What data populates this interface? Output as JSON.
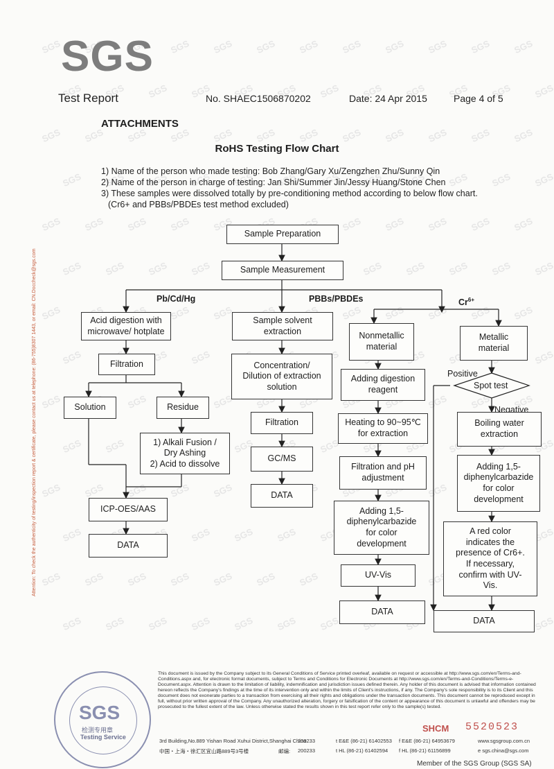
{
  "logo": "SGS",
  "header": {
    "title": "Test Report",
    "report_no": "No. SHAEC1506870202",
    "date": "Date: 24 Apr 2015",
    "page": "Page 4 of 5"
  },
  "section": "ATTACHMENTS",
  "flow_title": "RoHS Testing Flow Chart",
  "notes": [
    "1) Name of the person who made testing: Bob Zhang/Gary Xu/Zengzhen Zhu/Sunny Qin",
    "2) Name of the person in charge of testing: Jan Shi/Summer Jin/Jessy Huang/Stone Chen",
    "3) These samples were dissolved totally by pre-conditioning method according to below flow chart.",
    "(Cr6+ and PBBs/PBDEs test method excluded)"
  ],
  "flow": {
    "sample_prep": "Sample Preparation",
    "sample_meas": "Sample Measurement",
    "branch_pb": "Pb/Cd/Hg",
    "branch_pbb": "PBBs/PBDEs",
    "branch_cr": "Cr",
    "branch_cr_sup": "6+",
    "pb": {
      "acid": "Acid digestion with\nmicrowave/ hotplate",
      "filtration": "Filtration",
      "solution": "Solution",
      "residue": "Residue",
      "alkali": "1) Alkali Fusion /\nDry Ashing\n2) Acid to dissolve",
      "icp": "ICP-OES/AAS",
      "data": "DATA"
    },
    "pbb": {
      "solvent": "Sample solvent\nextraction",
      "concentration": "Concentration/\nDilution of extraction\nsolution",
      "filtration": "Filtration",
      "gcms": "GC/MS",
      "data": "DATA"
    },
    "cr_nonmetal": {
      "material": "Nonmetallic\nmaterial",
      "digestion": "Adding digestion\nreagent",
      "heating": "Heating to 90~95℃\nfor extraction",
      "filtration": "Filtration and pH\nadjustment",
      "adding": "Adding 1,5-\ndiphenylcarbazide\nfor color\ndevelopment",
      "uvvis": "UV-Vis",
      "data": "DATA"
    },
    "cr_metal": {
      "material": "Metallic\nmaterial",
      "positive": "Positive",
      "spot": "Spot test",
      "negative": "Negative",
      "boiling": "Boiling water\nextraction",
      "adding": "Adding 1,5-\ndiphenylcarbazide\nfor color\ndevelopment",
      "red": "A red color\nindicates the\npresence of Cr6+.\nIf necessary,\nconfirm with UV-\nVis.",
      "data": "DATA"
    }
  },
  "sidebar": "Attention: To check the authenticity of testing/inspection report & certificate, please contact us at telephone: (86-755)8307 1443, or email: CN.Doccheck@sgs.com",
  "disclaimer": "This document is issued by the Company subject to its General Conditions of Service printed overleaf, available on request or accessible at http://www.sgs.com/en/Terms-and-Conditions.aspx and, for electronic format documents, subject to Terms and Conditions for Electronic Documents at http://www.sgs.com/en/Terms-and-Conditions/Terms-e-Document.aspx. Attention is drawn to the limitation of liability, indemnification and jurisdiction issues defined therein. Any holder of this document is advised that information contained hereon reflects the Company's findings at the time of its intervention only and within the limits of Client's instructions, if any. The Company's sole responsibility is to its Client and this document does not exonerate parties to a transaction from exercising all their rights and obligations under the transaction documents. This document cannot be reproduced except in full, without prior written approval of the Company. Any unauthorized alteration, forgery or falsification of the content or appearance of this document is unlawful and offenders may be prosecuted to the fullest extent of the law. Unless otherwise stated the results shown in this test report refer only to the sample(s) tested.",
  "seal": {
    "logo": "SGS",
    "cn": "检测专用章",
    "en": "Testing Service"
  },
  "footer": {
    "addr_en": "3rd Building,No.889 Yishan Road Xuhui District,Shanghai China",
    "zip1": "200233",
    "addr_cn": "中国・上海・徐汇区宜山路889号3号楼",
    "zip_label": "邮编:",
    "zip2": "200233",
    "tel1": "t E&E (86-21) 61402553",
    "fax1": "f E&E (86-21) 64953679",
    "tel2": "t HL (86-21) 61402594",
    "fax2": "f HL (86-21) 61156899",
    "web": "www.sgsgroup.com.cn",
    "email": "e sgs.china@sgs.com",
    "stamp_code": "SHCM",
    "serial": "5520523",
    "member": "Member of the SGS Group (SGS SA)"
  }
}
